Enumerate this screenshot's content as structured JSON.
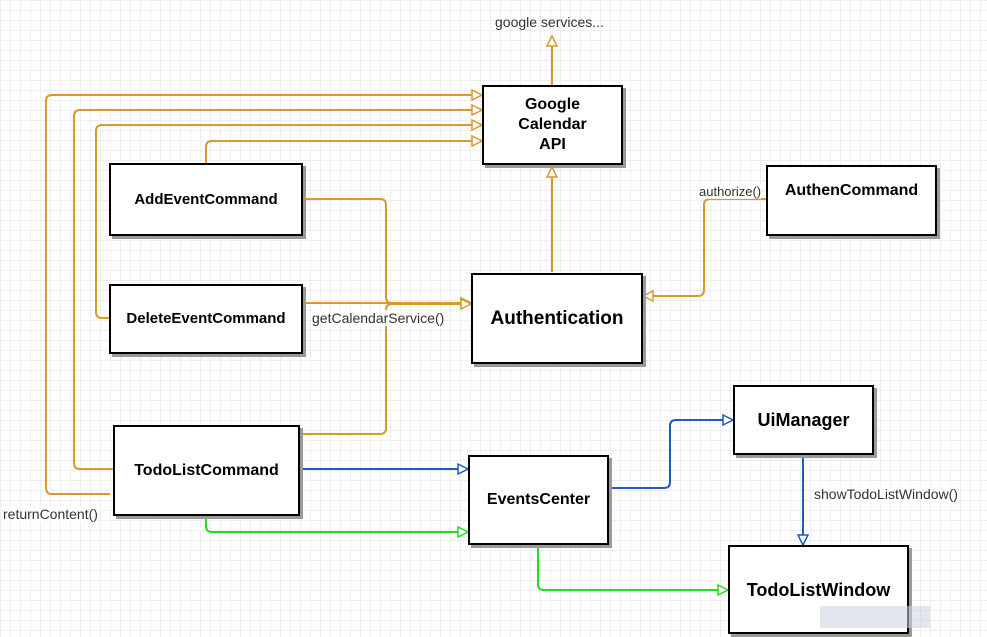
{
  "colors": {
    "orange": "#d79b2b",
    "blue": "#1f5bbd",
    "green": "#22dd22",
    "box_border": "#000000"
  },
  "nodes": {
    "google_api": "Google\nCalendar\nAPI",
    "add_event": "AddEventCommand",
    "authen": "AuthenCommand",
    "delete_event": "DeleteEventCommand",
    "authentication": "Authentication",
    "ui_manager": "UiManager",
    "todolist_command": "TodoListCommand",
    "events_center": "EventsCenter",
    "todolist_window": "TodoListWindow"
  },
  "labels": {
    "google_services": "google services...",
    "authorize": "authorize()",
    "get_calendar_service": "getCalendarService()",
    "show_todolist_window": "showTodoListWindow()",
    "return_content": "returnContent()"
  }
}
